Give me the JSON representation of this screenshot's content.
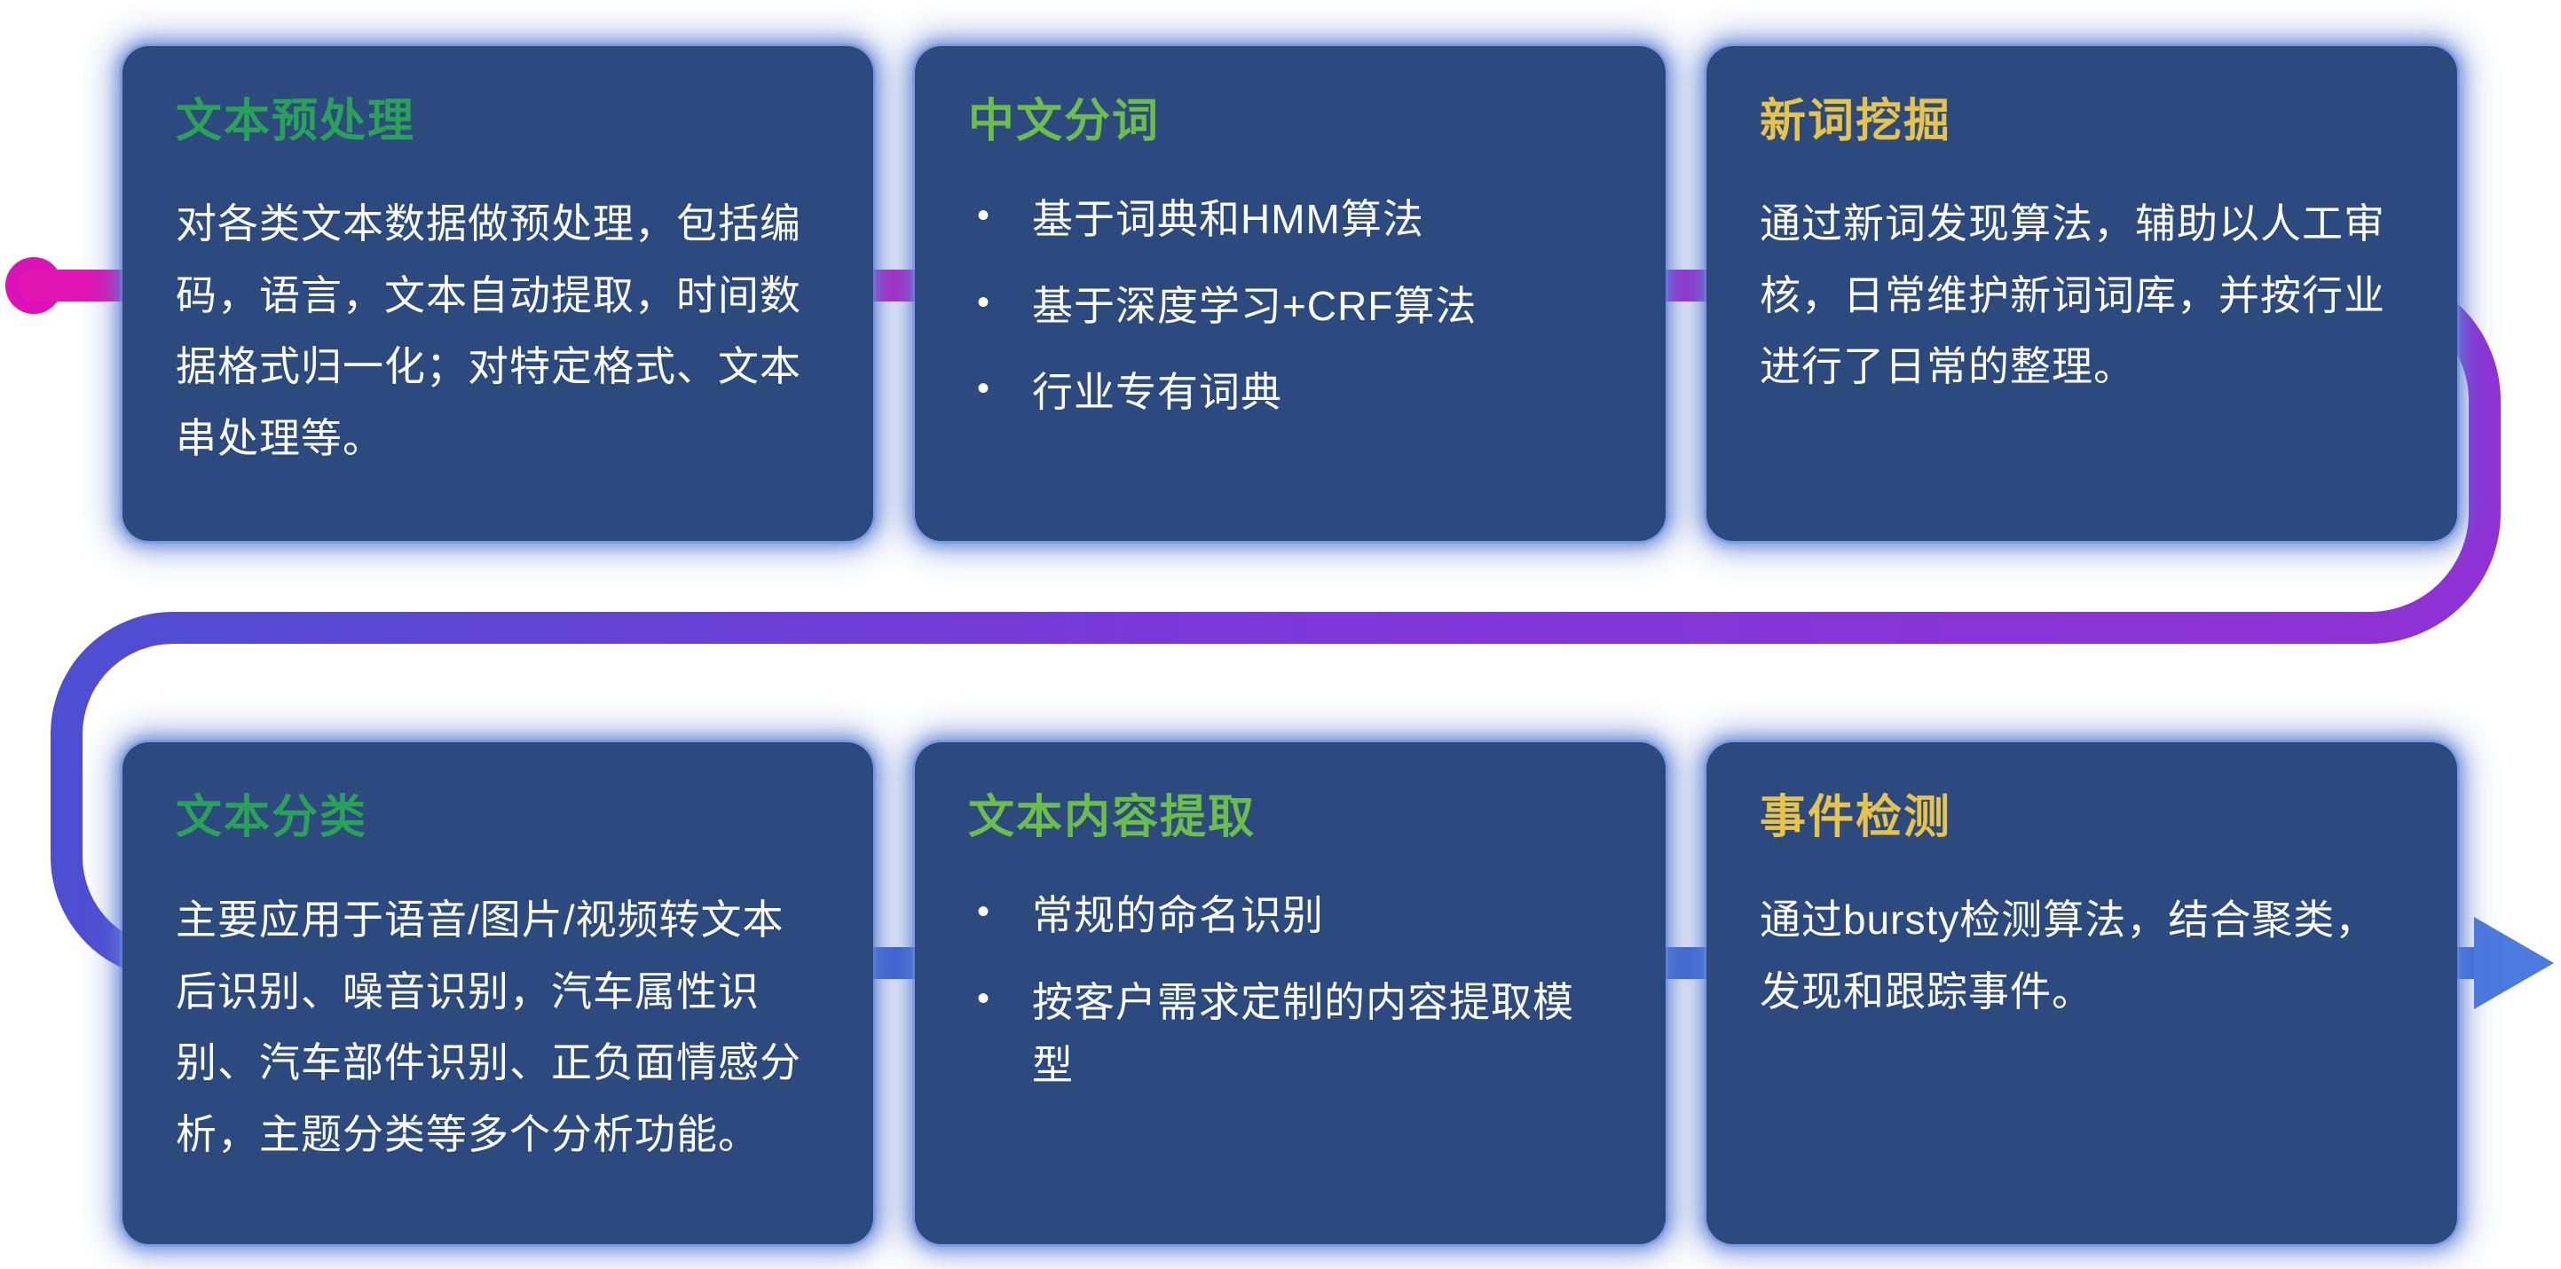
{
  "colors": {
    "card_background": "#2c4a7d",
    "card_glow": "#5c82d7",
    "body_text": "#fbfdff",
    "title_green_dark": "#2aa158",
    "title_green_light": "#6cbe4a",
    "title_yellow": "#e6c44c",
    "flow_start_magenta": "#dc12b8",
    "flow_purple": "#9032d6",
    "flow_blue": "#4173dc",
    "flow_arrow": "#4b7ae0"
  },
  "flow": {
    "shape": "serpentine-left-to-right-then-down-then-right",
    "start_marker": "magenta-dot",
    "end_marker": "blue-arrow-right"
  },
  "cards": [
    {
      "id": "text-preprocessing",
      "title": "文本预处理",
      "title_color": "#2aa158",
      "type": "paragraph",
      "body": "对各类文本数据做预处理，包括编码，语言，文本自动提取，时间数据格式归一化；对特定格式、文本串处理等。"
    },
    {
      "id": "chinese-word-segmentation",
      "title": "中文分词",
      "title_color": "#6cbe4a",
      "type": "bullets",
      "bullets": [
        "基于词典和HMM算法",
        "基于深度学习+CRF算法",
        "行业专有词典"
      ]
    },
    {
      "id": "new-word-mining",
      "title": "新词挖掘",
      "title_color": "#e6c44c",
      "type": "paragraph",
      "body": "通过新词发现算法，辅助以人工审核，日常维护新词词库，并按行业进行了日常的整理。"
    },
    {
      "id": "text-classification",
      "title": "文本分类",
      "title_color": "#2aa158",
      "type": "paragraph",
      "body": "主要应用于语音/图片/视频转文本后识别、噪音识别，汽车属性识别、汽车部件识别、正负面情感分析，主题分类等多个分析功能。"
    },
    {
      "id": "text-content-extraction",
      "title": "文本内容提取",
      "title_color": "#6cbe4a",
      "type": "bullets",
      "bullets": [
        "常规的命名识别",
        "按客户需求定制的内容提取模型"
      ]
    },
    {
      "id": "event-detection",
      "title": "事件检测",
      "title_color": "#e6c44c",
      "type": "paragraph",
      "body": "通过bursty检测算法，结合聚类，发现和跟踪事件。"
    }
  ]
}
